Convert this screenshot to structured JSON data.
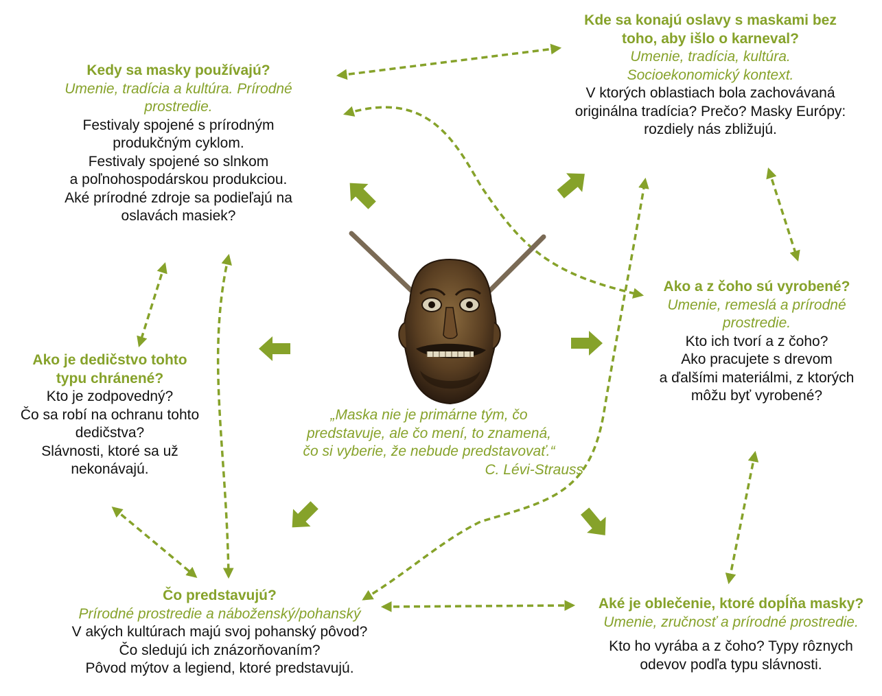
{
  "colors": {
    "accent": "#86a22a",
    "arrow_fill": "#86a22a",
    "text": "#111111"
  },
  "icons": {
    "center": "wooden-mask-icon"
  },
  "nodes": {
    "when": {
      "title": "Kedy sa masky používajú?",
      "subtitle": [
        "Umenie, tradícia a kultúra. Prírodné",
        "prostredie."
      ],
      "body": [
        "Festivaly spojené s prírodným",
        "produkčným cyklom.",
        "Festivaly spojené so slnkom",
        "a poľnohospodárskou produkciou.",
        "Aké prírodné zdroje sa podieľajú na",
        "oslavách masiek?"
      ]
    },
    "where": {
      "title": [
        "Kde sa konajú oslavy s maskami bez",
        "toho, aby išlo o karneval?"
      ],
      "subtitle": [
        "Umenie, tradícia, kultúra.",
        "Socioekonomický kontext."
      ],
      "body": [
        "V ktorých oblastiach bola zachovávaná",
        "originálna tradícia? Prečo? Masky Európy:",
        "rozdiely nás zbližujú."
      ]
    },
    "how_made": {
      "title": "Ako a z čoho sú vyrobené?",
      "subtitle": [
        "Umenie, remeslá a prírodné",
        "prostredie."
      ],
      "body": [
        "Kto ich tvorí a z čoho?",
        "Ako pracujete s drevom",
        "a ďalšími materiálmi, z ktorých",
        "môžu byť vyrobené?"
      ]
    },
    "heritage": {
      "title": [
        "Ako je dedičstvo tohto",
        "typu chránené?"
      ],
      "body": [
        "Kto je zodpovedný?",
        "Čo sa robí na ochranu tohto",
        "dedičstva?",
        "Slávnosti, ktoré sa už",
        "nekonávajú."
      ]
    },
    "represent": {
      "title": "Čo predstavujú?",
      "subtitle": "Prírodné prostredie a náboženský/pohanský",
      "body": [
        "V akých kultúrach majú svoj pohanský pôvod?",
        "Čo sledujú ich znázorňovaním?",
        "Pôvod mýtov a legiend, ktoré predstavujú."
      ]
    },
    "clothing": {
      "title": "Aké je oblečenie, ktoré dopĺňa masky?",
      "subtitle": "Umenie, zručnosť a prírodné prostredie.",
      "body": [
        "Kto ho vyrába a z čoho? Typy rôznych",
        "odevov podľa typu slávnosti."
      ]
    }
  },
  "quote": {
    "lines": [
      "„Maska nie je primárne tým, čo",
      "predstavuje, ale čo mení, to znamená,",
      "čo si vyberie, že nebude predstavovať.“"
    ],
    "author": "C. Lévi-Strauss"
  }
}
